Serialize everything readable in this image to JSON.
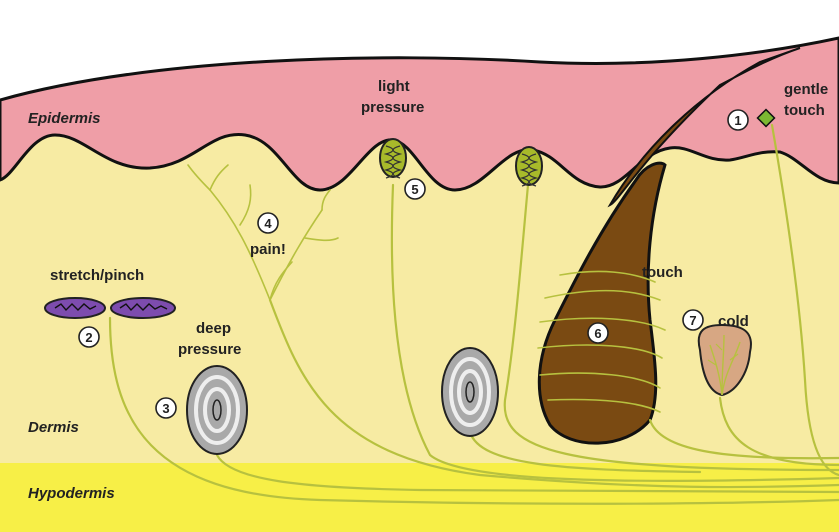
{
  "colors": {
    "epidermis": "#ef9ea7",
    "dermis": "#f7eba3",
    "hypodermis": "#f7ef47",
    "nerve": "#b7c13f",
    "hair": "#7a4a12",
    "stretch_receptor": "#7d4cae",
    "pressure_corpuscle": "#a9a9a9",
    "light_pressure_corpuscle": "#a8ba2a",
    "cold_bulb": "#d7a783",
    "gentle_touch_ending": "#7cb832"
  },
  "layers": {
    "epidermis": "Epidermis",
    "dermis": "Dermis",
    "hypodermis": "Hypodermis"
  },
  "receptors": {
    "gentle_touch": {
      "number": "1",
      "label_line1": "gentle",
      "label_line2": "touch"
    },
    "stretch_pinch": {
      "number": "2",
      "label": "stretch/pinch"
    },
    "deep_pressure": {
      "number": "3",
      "label_line1": "deep",
      "label_line2": "pressure"
    },
    "pain": {
      "number": "4",
      "label": "pain!"
    },
    "light_pressure": {
      "number": "5",
      "label_line1": "light",
      "label_line2": "pressure"
    },
    "touch": {
      "number": "6",
      "label": "touch"
    },
    "cold": {
      "number": "7",
      "label": "cold"
    }
  }
}
